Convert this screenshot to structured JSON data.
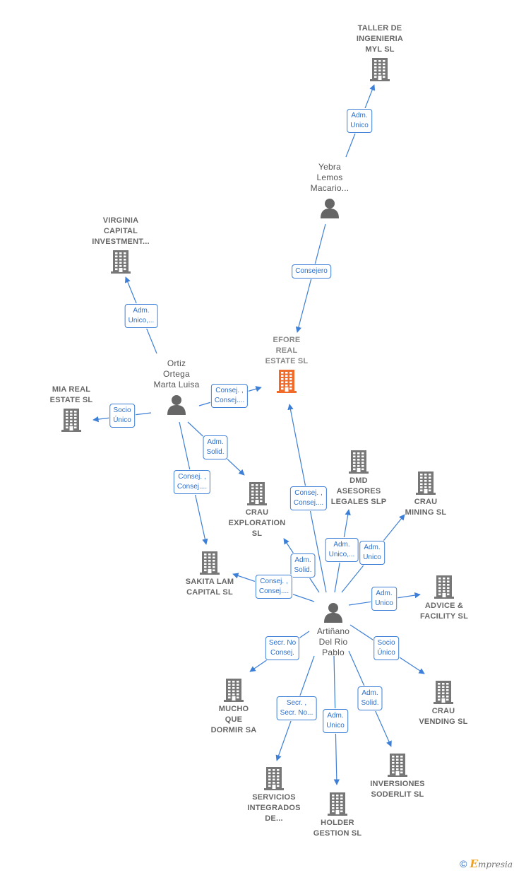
{
  "colors": {
    "edge": "#3d7fd6",
    "company": "#777777",
    "focus": "#f06a2a",
    "person": "#666666"
  },
  "nodes": [
    {
      "id": "taller",
      "kind": "company",
      "label": "TALLER DE\nINGENIERIA\nMYL  SL",
      "labelPos": "top"
    },
    {
      "id": "yebra",
      "kind": "person",
      "label": "Yebra\nLemos\nMacario...",
      "labelPos": "top"
    },
    {
      "id": "virginia",
      "kind": "company",
      "label": "VIRGINIA\nCAPITAL\nINVESTMENT...",
      "labelPos": "top"
    },
    {
      "id": "efore",
      "kind": "focus",
      "label": "EFORE\nREAL\nESTATE  SL",
      "labelPos": "top"
    },
    {
      "id": "ortiz",
      "kind": "person",
      "label": "Ortiz\nOrtega\nMarta Luisa",
      "labelPos": "top"
    },
    {
      "id": "mia",
      "kind": "company",
      "label": "MIA REAL\nESTATE  SL",
      "labelPos": "top"
    },
    {
      "id": "dmd",
      "kind": "company",
      "label": "DMD\nASESORES\nLEGALES  SLP",
      "labelPos": "bottom"
    },
    {
      "id": "craumin",
      "kind": "company",
      "label": "CRAU\nMINING  SL",
      "labelPos": "bottom"
    },
    {
      "id": "crauexp",
      "kind": "company",
      "label": "CRAU\nEXPLORATION\nSL",
      "labelPos": "bottom"
    },
    {
      "id": "sakita",
      "kind": "company",
      "label": "SAKITA LAM\nCAPITAL  SL",
      "labelPos": "bottom"
    },
    {
      "id": "advice",
      "kind": "company",
      "label": "ADVICE &\nFACILITY SL",
      "labelPos": "bottom"
    },
    {
      "id": "artinano",
      "kind": "person",
      "label": "Artiñano\nDel Rio\nPablo",
      "labelPos": "bottom"
    },
    {
      "id": "mucho",
      "kind": "company",
      "label": "MUCHO\nQUE\nDORMIR SA",
      "labelPos": "bottom"
    },
    {
      "id": "crauvend",
      "kind": "company",
      "label": "CRAU\nVENDING SL",
      "labelPos": "bottom"
    },
    {
      "id": "inversiones",
      "kind": "company",
      "label": "INVERSIONES\nSODERLIT SL",
      "labelPos": "bottom"
    },
    {
      "id": "servicios",
      "kind": "company",
      "label": "SERVICIOS\nINTEGRADOS\nDE...",
      "labelPos": "bottom"
    },
    {
      "id": "holder",
      "kind": "company",
      "label": "HOLDER\nGESTION SL",
      "labelPos": "bottom"
    }
  ],
  "edges": [
    {
      "from": "yebra",
      "to": "taller",
      "label": "Adm.\nUnico"
    },
    {
      "from": "yebra",
      "to": "efore",
      "label": "Consejero"
    },
    {
      "from": "ortiz",
      "to": "virginia",
      "label": "Adm.\nUnico,..."
    },
    {
      "from": "ortiz",
      "to": "efore",
      "label": "Consej. ,\nConsej...."
    },
    {
      "from": "ortiz",
      "to": "mia",
      "label": "Socio\nÚnico"
    },
    {
      "from": "ortiz",
      "to": "crauexp",
      "label": "Adm.\nSolid."
    },
    {
      "from": "ortiz",
      "to": "sakita",
      "label": "Consej. ,\nConsej...."
    },
    {
      "from": "artinano",
      "to": "efore",
      "label": "Consej. ,\nConsej...."
    },
    {
      "from": "artinano",
      "to": "dmd",
      "label": "Adm.\nUnico,..."
    },
    {
      "from": "artinano",
      "to": "craumin",
      "label": "Adm.\nUnico"
    },
    {
      "from": "artinano",
      "to": "crauexp",
      "label": "Adm.\nSolid."
    },
    {
      "from": "artinano",
      "to": "sakita",
      "label": "Consej. ,\nConsej...."
    },
    {
      "from": "artinano",
      "to": "advice",
      "label": "Adm.\nUnico"
    },
    {
      "from": "artinano",
      "to": "mucho",
      "label": "Secr.  No\nConsej."
    },
    {
      "from": "artinano",
      "to": "crauvend",
      "label": "Socio\nÚnico"
    },
    {
      "from": "artinano",
      "to": "inversiones",
      "label": "Adm.\nSolid."
    },
    {
      "from": "artinano",
      "to": "servicios",
      "label": "Secr. ,\nSecr. No..."
    },
    {
      "from": "artinano",
      "to": "holder",
      "label": "Adm.\nUnico"
    }
  ],
  "footer": {
    "copyright": "©",
    "brand_initial": "E",
    "brand_rest": "mpresia"
  }
}
